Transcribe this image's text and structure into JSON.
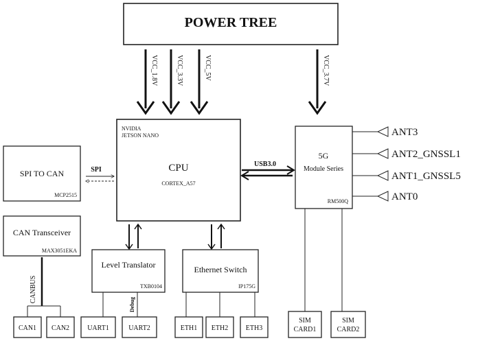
{
  "power_tree": {
    "title": "POWER TREE"
  },
  "rails": {
    "vcc_1v8": "VCC_1.8V",
    "vcc_3v3": "VCC_3.3V",
    "vcc_5v": "VCC_5V",
    "vcc_3v7": "VCC_3.7V"
  },
  "cpu": {
    "vendor": "NVIDIA",
    "board": "JETSON NANO",
    "title": "CPU",
    "core": "CORTEX_A57"
  },
  "spi_can": {
    "title": "SPI TO CAN",
    "part": "MCP2515",
    "link": "SPI"
  },
  "can_transceiver": {
    "title": "CAN  Transceiver",
    "part": "MAX3051EKA",
    "bus": "CANBUS"
  },
  "can_ports": [
    "CAN1",
    "CAN2"
  ],
  "level_translator": {
    "title": "Level Translator",
    "part": "TXB0104",
    "debug": "Debug"
  },
  "uart_ports": [
    "UART1",
    "UART2"
  ],
  "ethernet_switch": {
    "title": "Ethernet Switch",
    "part": "IP175G"
  },
  "eth_ports": [
    "ETH1",
    "ETH2",
    "ETH3"
  ],
  "module_5g": {
    "line1": "5G",
    "line2": "Module Series",
    "part": "RM500Q",
    "link": "USB3.0"
  },
  "antennas": [
    "ANT3",
    "ANT2_GNSSL1",
    "ANT1_GNSSL5",
    "ANT0"
  ],
  "sim_cards": [
    {
      "line1": "SIM",
      "line2": "CARD1"
    },
    {
      "line1": "SIM",
      "line2": "CARD2"
    }
  ]
}
